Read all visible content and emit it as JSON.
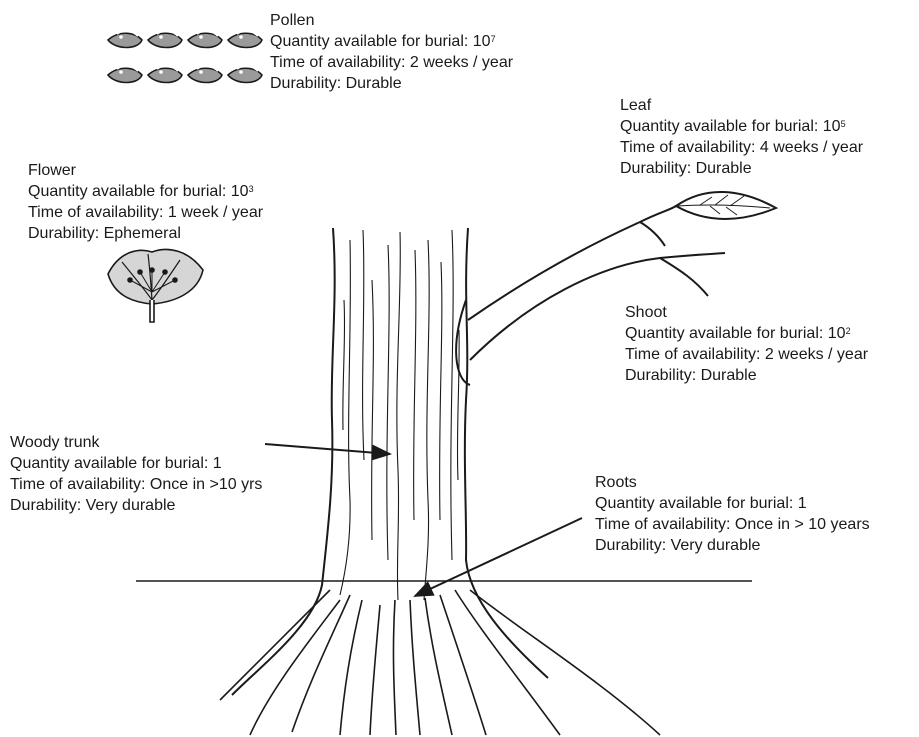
{
  "colors": {
    "ink": "#1a1a1a",
    "pollen_fill": "#9a9a9a",
    "flower_fill": "#d6d6d6"
  },
  "labels": {
    "pollen": {
      "title": "Pollen",
      "quantity_prefix": "Quantity available for burial: 10",
      "quantity_exp": "7",
      "time": "Time of availability: 2 weeks / year",
      "durability": "Durability: Durable"
    },
    "leaf": {
      "title": "Leaf",
      "quantity_prefix": "Quantity available for burial: 10",
      "quantity_exp": "5",
      "time": "Time of availability: 4 weeks / year",
      "durability": "Durability: Durable"
    },
    "flower": {
      "title": "Flower",
      "quantity_prefix": "Quantity available for burial: 10",
      "quantity_exp": "3",
      "time": "Time of availability: 1 week / year",
      "durability": "Durability: Ephemeral"
    },
    "shoot": {
      "title": "Shoot",
      "quantity_prefix": "Quantity available for burial: 10",
      "quantity_exp": "2",
      "time": "Time of availability: 2 weeks / year",
      "durability": "Durability: Durable"
    },
    "trunk": {
      "title": "Woody trunk",
      "quantity": "Quantity available for burial: 1",
      "time": "Time of availability: Once in >10 yrs",
      "durability": "Durability: Very durable"
    },
    "roots": {
      "title": "Roots",
      "quantity": "Quantity available for burial: 1",
      "time": "Time of availability: Once in > 10 years",
      "durability": "Durability: Very durable"
    }
  }
}
